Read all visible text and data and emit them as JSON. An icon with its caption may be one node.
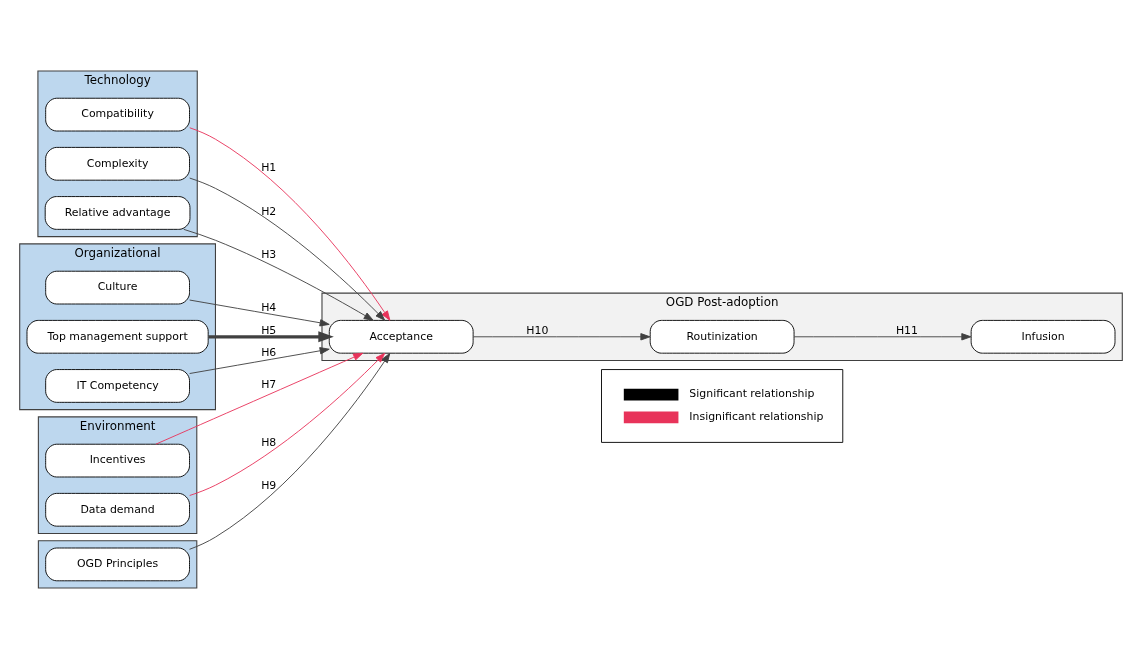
{
  "diagram": {
    "nodes": [
      {
        "text": [
          "Technology"
        ]
      },
      {
        "text": [
          "Compatibility"
        ],
        "in": 0
      },
      {
        "text": [
          "Complexity"
        ],
        "in": 0
      },
      {
        "text": [
          "Relative advantage"
        ],
        "in": 0
      },
      {
        "text": [
          "Organizational"
        ]
      },
      {
        "text": [
          "Culture"
        ],
        "in": 4
      },
      {
        "text": [
          "Top management support"
        ],
        "in": 4
      },
      {
        "text": [
          "IT Competency"
        ],
        "in": 4
      },
      {
        "text": [
          "Environment"
        ]
      },
      {
        "text": [
          "Incentives"
        ],
        "in": 8
      },
      {
        "text": [
          "Data demand"
        ],
        "in": 8
      },
      {
        "text": [],
        "shape": "box"
      },
      {
        "text": [
          "OGD Principles"
        ],
        "in": 11
      },
      {
        "text": [
          "OGD Post-adoption"
        ]
      },
      {
        "text": [
          "Acceptance"
        ],
        "in": 13
      },
      {
        "text": [
          "Routinization"
        ],
        "in": 13
      },
      {
        "text": [
          "Infusion"
        ],
        "in": 13
      }
    ],
    "edges": [
      {
        "from": 1,
        "to": 14,
        "arrow": "to",
        "label": "H1",
        "color": "#e8335a"
      },
      {
        "from": 2,
        "to": 14,
        "arrow": "to",
        "label": "H2"
      },
      {
        "from": 3,
        "to": 14,
        "arrow": "to",
        "label": "H3"
      },
      {
        "from": 5,
        "to": 14,
        "arrow": "to",
        "label": "H4"
      },
      {
        "from": 6,
        "to": 14,
        "arrow": "to",
        "label": "H5",
        "style": "thick"
      },
      {
        "from": 7,
        "to": 14,
        "arrow": "to",
        "label": "H6"
      },
      {
        "from": 9,
        "to": 14,
        "arrow": "to",
        "label": "H7",
        "color": "#e8335a"
      },
      {
        "from": 10,
        "to": 14,
        "arrow": "to",
        "label": "H8",
        "color": "#e8335a"
      },
      {
        "from": 12,
        "to": 14,
        "arrow": "to",
        "label": "H9"
      },
      {
        "from": 14,
        "to": 15,
        "arrow": "to",
        "label": "H10"
      },
      {
        "from": 15,
        "to": 16,
        "arrow": "to",
        "label": "H11"
      }
    ],
    "legend": [
      {
        "text": "Significant relationship"
      },
      {
        "text": "Insignificant relationship"
      }
    ]
  }
}
